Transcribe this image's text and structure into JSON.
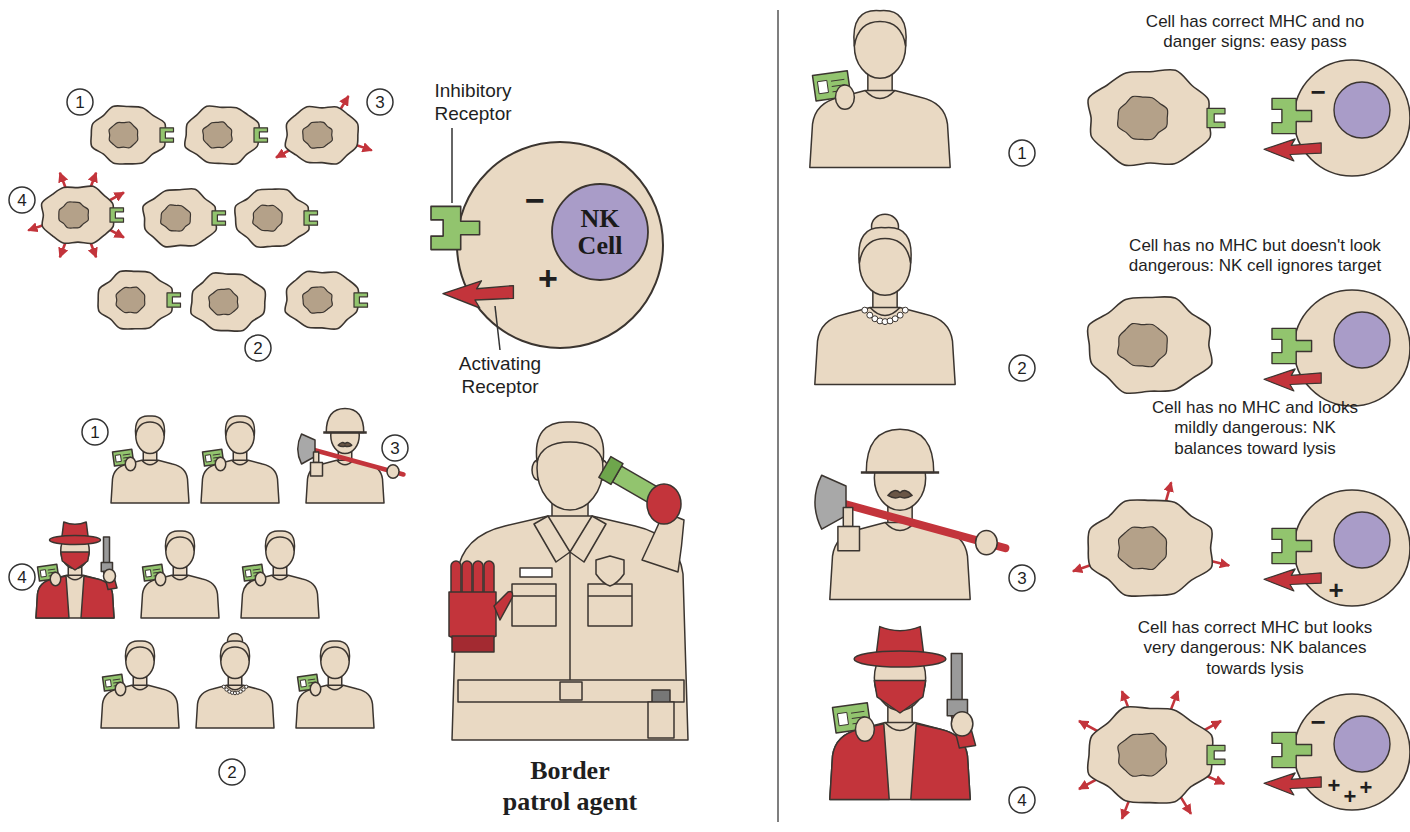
{
  "diagram": {
    "nodes": [
      {
        "text": [
          "NK Cell"
        ]
      }
    ],
    "labels": [
      "1",
      "3",
      "4",
      "2",
      "Inhibitory Receptor",
      "Activating Receptor",
      "−",
      "+",
      "1",
      "3",
      "4",
      "2",
      "Border patrol agent",
      "Cell has correct MHC and no danger signs: easy pass",
      "1",
      "−",
      "Cell has no MHC but doesn't look dangerous: NK cell ignores target",
      "2",
      "Cell has no MHC and looks mildly dangerous: NK balances toward lysis",
      "3",
      "+",
      "Cell has correct MHC but looks very dangerous: NK balances towards lysis",
      "4",
      "−",
      "+",
      "+",
      "+"
    ]
  }
}
